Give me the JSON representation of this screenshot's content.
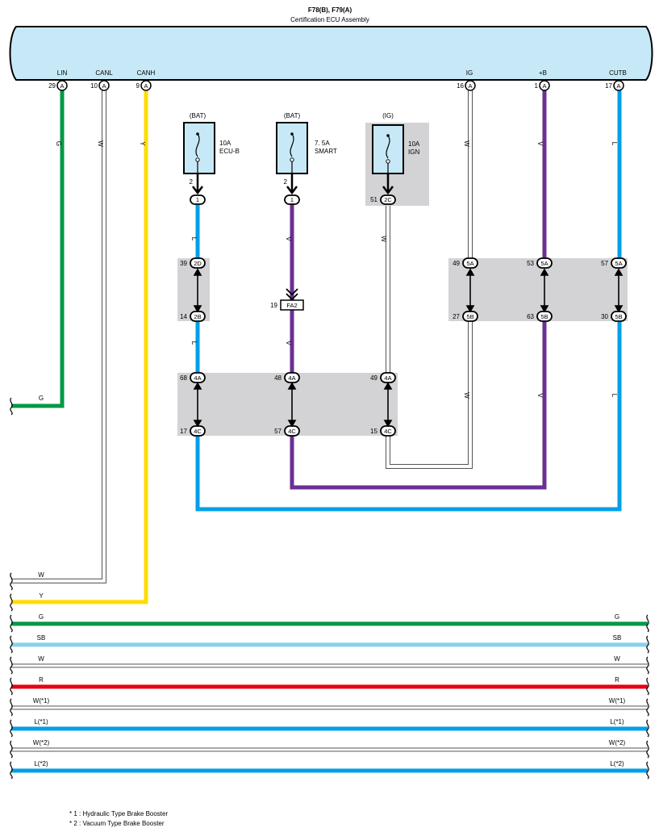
{
  "header": {
    "connectors": "F78(B), F79(A)",
    "component": "Certification ECU Assembly"
  },
  "colors": {
    "ecu_fill": "#c7e9f7",
    "junction_fill": "#d3d3d5",
    "fuse_fill": "#c7e9f7",
    "G": "#009944",
    "W": "#ffffff",
    "Y": "#ffdd00",
    "V": "#6a3093",
    "L": "#00a0e9",
    "SB": "#87cfef",
    "R": "#e60012"
  },
  "ecu_pins": [
    {
      "name": "LIN",
      "num": "29",
      "conn": "A"
    },
    {
      "name": "CANL",
      "num": "10",
      "conn": "A"
    },
    {
      "name": "CANH",
      "num": "9",
      "conn": "A"
    },
    {
      "name": "IG",
      "num": "16",
      "conn": "A"
    },
    {
      "name": "+B",
      "num": "1",
      "conn": "A"
    },
    {
      "name": "CUTB",
      "num": "17",
      "conn": "A"
    }
  ],
  "fuses": [
    {
      "source": "(BAT)",
      "rating": "10A",
      "name": "ECU-B",
      "pin": "2"
    },
    {
      "source": "(BAT)",
      "rating": "7. 5A",
      "name": "SMART",
      "pin": "2"
    },
    {
      "source": "(IG)",
      "rating": "10A",
      "name": "IGN",
      "pin": ""
    }
  ],
  "connectors": [
    {
      "num": "1",
      "label": "1"
    },
    {
      "num": "1",
      "label": "1"
    },
    {
      "num": "51",
      "label": "2C"
    },
    {
      "num": "39",
      "label": "2D"
    },
    {
      "num": "14",
      "label": "2B"
    },
    {
      "num": "19",
      "label": "FA2"
    },
    {
      "num": "49",
      "label": "5A"
    },
    {
      "num": "27",
      "label": "5B"
    },
    {
      "num": "53",
      "label": "5A"
    },
    {
      "num": "63",
      "label": "5B"
    },
    {
      "num": "57",
      "label": "5A"
    },
    {
      "num": "30",
      "label": "5B"
    },
    {
      "num": "68",
      "label": "4A"
    },
    {
      "num": "17",
      "label": "4C"
    },
    {
      "num": "48",
      "label": "4A"
    },
    {
      "num": "57",
      "label": "4C"
    },
    {
      "num": "49",
      "label": "4A"
    },
    {
      "num": "15",
      "label": "4C"
    }
  ],
  "wire_labels": [
    "G",
    "W",
    "Y",
    "L",
    "V",
    "W",
    "W",
    "V",
    "L",
    "L",
    "V",
    "W",
    "V",
    "L",
    "G"
  ],
  "bus_lines": [
    {
      "left": "W",
      "right": ""
    },
    {
      "left": "Y",
      "right": ""
    },
    {
      "left": "G",
      "right": "G"
    },
    {
      "left": "SB",
      "right": "SB"
    },
    {
      "left": "W",
      "right": "W"
    },
    {
      "left": "R",
      "right": "R"
    },
    {
      "left": "W(*1)",
      "right": "W(*1)"
    },
    {
      "left": "L(*1)",
      "right": "L(*1)"
    },
    {
      "left": "W(*2)",
      "right": "W(*2)"
    },
    {
      "left": "L(*2)",
      "right": "L(*2)"
    }
  ],
  "footnotes": [
    "* 1 : Hydraulic Type Brake Booster",
    "* 2 : Vacuum Type Brake Booster"
  ]
}
